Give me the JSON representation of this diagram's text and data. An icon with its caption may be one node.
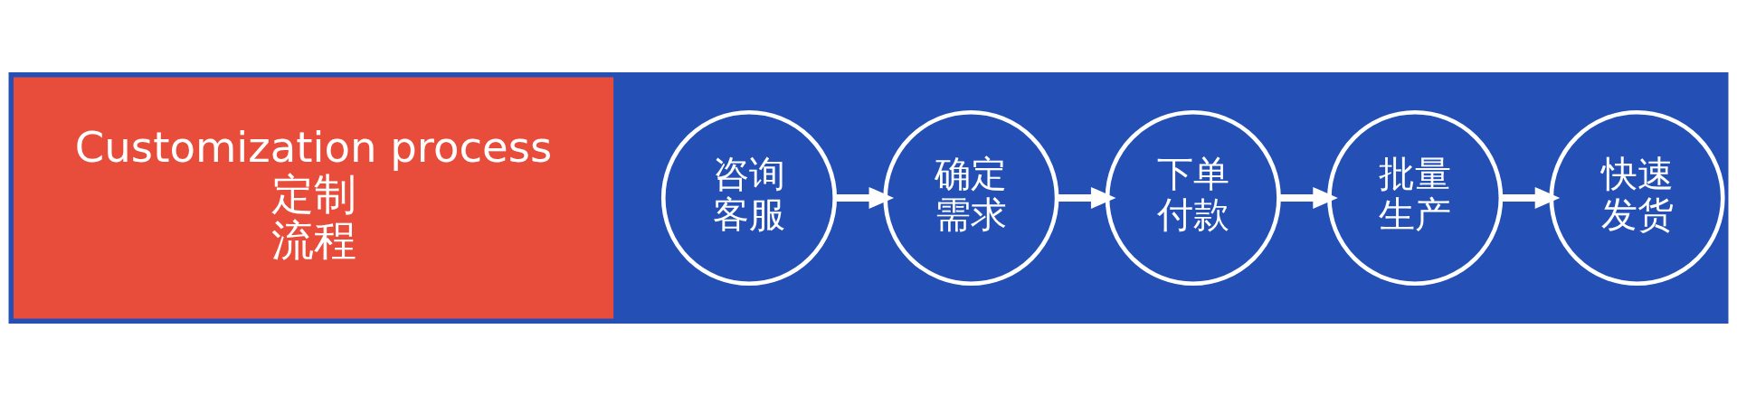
{
  "diagram": {
    "nodes": [
      {
        "text": [
          "Customization process",
          "定制流程"
        ]
      },
      {
        "text": [
          "咨询客服"
        ]
      },
      {
        "text": [
          "确定需求"
        ]
      },
      {
        "text": [
          "下单付款"
        ]
      },
      {
        "text": [
          "批量生产"
        ]
      },
      {
        "text": [
          "快速发货"
        ]
      }
    ],
    "edges": [
      {
        "from": 1,
        "to": 2,
        "arrow": "to"
      },
      {
        "from": 2,
        "to": 3,
        "arrow": "to"
      },
      {
        "from": 3,
        "to": 4,
        "arrow": "to"
      },
      {
        "from": 4,
        "to": 5,
        "arrow": "to"
      }
    ]
  }
}
